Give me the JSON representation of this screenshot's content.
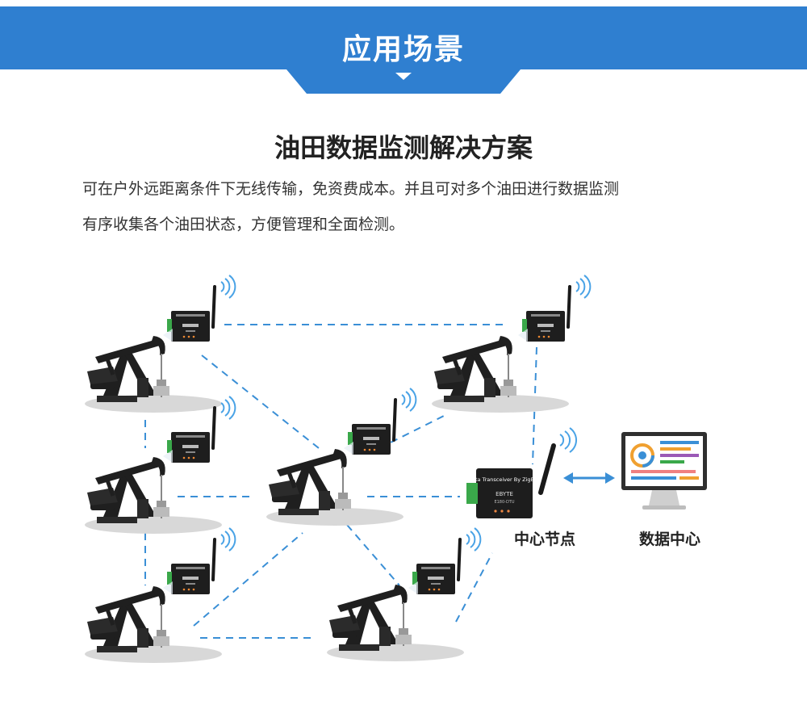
{
  "banner": {
    "title": "应用场景"
  },
  "section": {
    "title": "油田数据监测解决方案",
    "description": [
      "可在户外远距离条件下无线传输，免资费成本。并且可对多个油田进行数据监测",
      "有序收集各个油田状态，方便管理和全面检测。"
    ]
  },
  "diagram": {
    "center_node_label": "中心节点",
    "data_center_label": "数据中心",
    "device_label": "Data Transceiver By ZigBee",
    "device_brand": "EBYTE",
    "device_model": "E180-DTU",
    "colors": {
      "banner": "#2f7fd0",
      "banner_dark": "#1f62a8",
      "link": "#3a8fd6",
      "oil_pump": "#1f1f1f",
      "ground": "#d8d8d8"
    }
  }
}
